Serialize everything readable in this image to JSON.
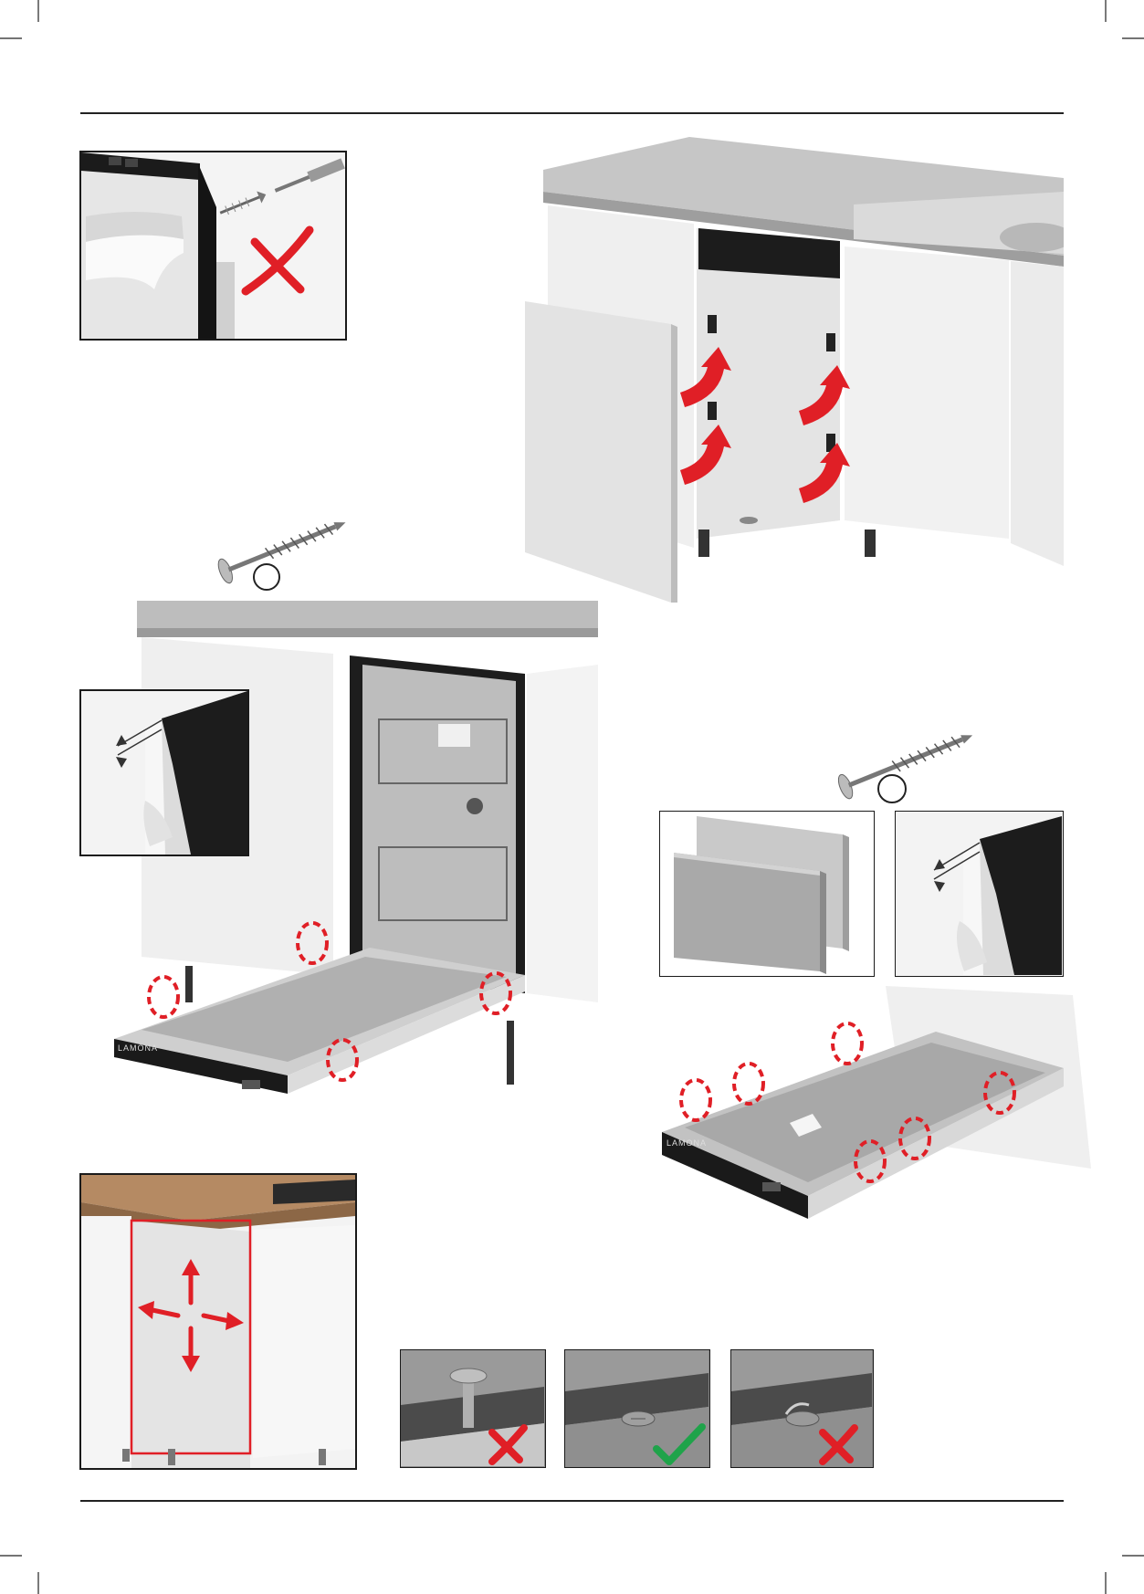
{
  "page": {
    "background": "#ffffff",
    "rule_color": "#222222"
  },
  "brand": {
    "name": "LAMONA"
  },
  "colors": {
    "warning_red": "#e01f26",
    "ok_green": "#1fa34a",
    "panel_border": "#1a1a1a",
    "cabinet_white": "#f1f1f1",
    "worktop_grey": "#c9c9c9"
  },
  "icons": [
    "cross-icon",
    "check-icon",
    "arrow-icon",
    "screw-icon",
    "circle-marker-icon",
    "dashed-highlight-icon"
  ],
  "steps": {
    "wrong_screw": {
      "mark": "cross"
    },
    "countersunk_ok": {
      "mark": "check"
    },
    "countersunk_damaged": {
      "mark": "cross"
    }
  }
}
